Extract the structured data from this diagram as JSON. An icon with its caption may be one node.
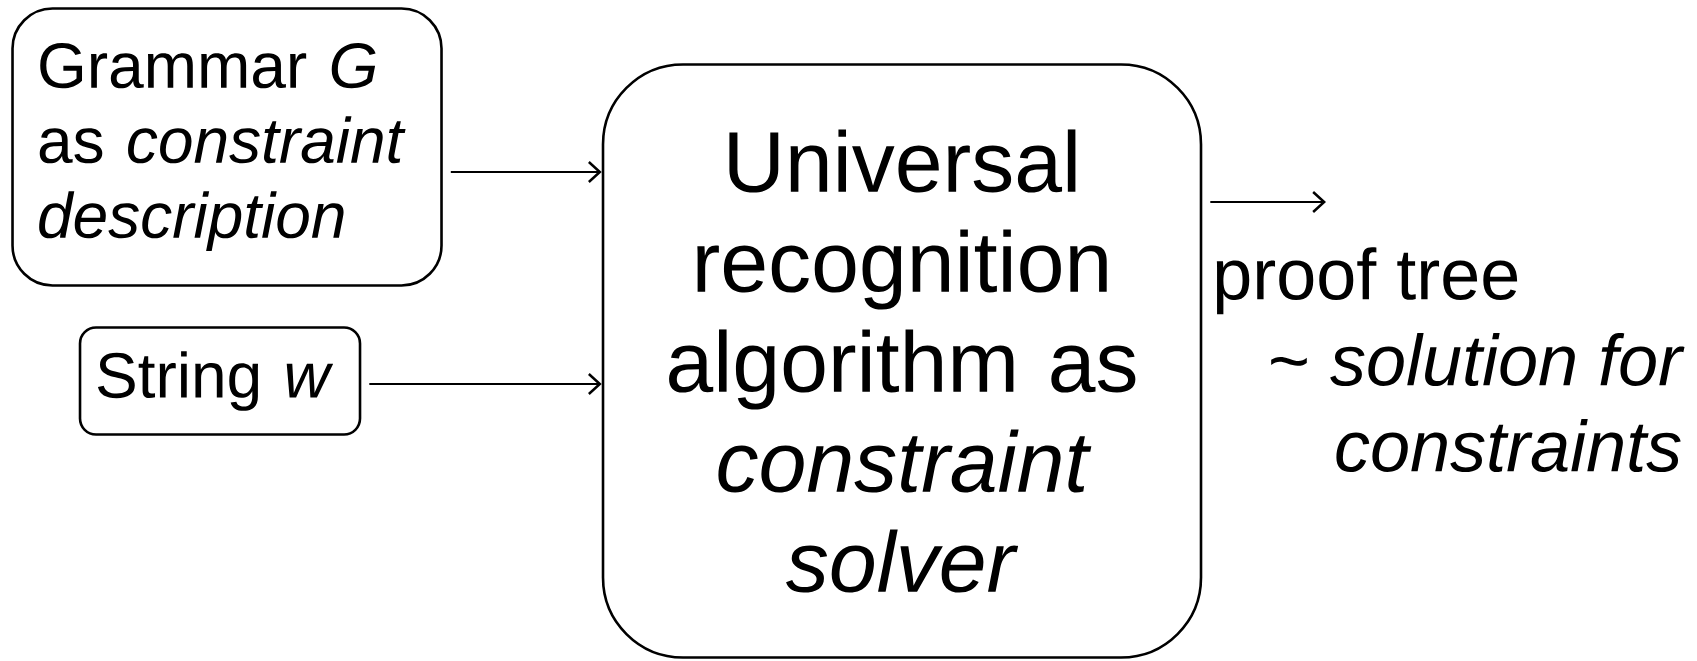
{
  "diagram": {
    "nodes": [
      {
        "text": [
          "Grammar *G* as *constraint description*"
        ]
      },
      {
        "text": [
          "String *w*"
        ]
      },
      {
        "text": [
          "Universal recognition algorithm as *constraint solver*"
        ]
      },
      {
        "text": [
          "proof tree",
          "~ *solution for constraints*"
        ]
      }
    ],
    "edges": [
      {
        "from": 0,
        "to": 2,
        "arrow": "to"
      },
      {
        "from": 1,
        "to": 2,
        "arrow": "to"
      },
      {
        "from": 2,
        "to": 3,
        "arrow": "to"
      }
    ]
  }
}
